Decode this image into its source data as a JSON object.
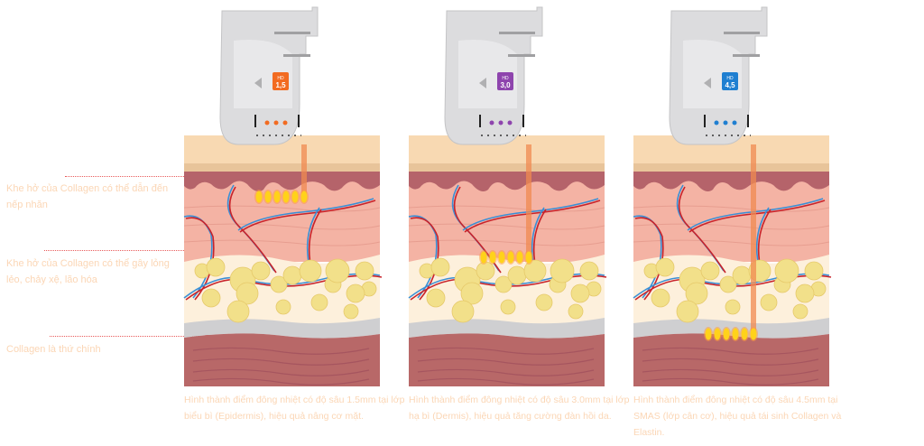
{
  "annotations": [
    {
      "text": "Khe hở của Collagen có thể dẫn đến nếp nhăn"
    },
    {
      "text": "Khe hở của Collagen có thể gây lỏng lẻo, chảy xệ, lão hóa"
    },
    {
      "text": "Collagen là thứ chính"
    }
  ],
  "panels": [
    {
      "cartridge_label": "HD",
      "depth": "1,5",
      "accent": "#f26b21",
      "target_layer": "epidermis",
      "caption": "Hình thành điểm đông nhiệt có độ sâu 1.5mm tại lớp biểu bì (Epidermis), hiệu quả nâng cơ mặt."
    },
    {
      "cartridge_label": "HD",
      "depth": "3,0",
      "accent": "#8e44ad",
      "target_layer": "dermis",
      "caption": "Hình thành điểm đông nhiệt có độ sâu 3.0mm tại lớp hạ bì (Dermis), hiệu quả tăng cường đàn hồi da."
    },
    {
      "cartridge_label": "HD",
      "depth": "4,5",
      "accent": "#1f7fd1",
      "target_layer": "smas",
      "caption": "Hình thành điểm đông nhiệt có độ sâu 4.5mm tại SMAS (lớp cân cơ), hiệu quả tái sinh Collagen và Elastin."
    }
  ],
  "colors": {
    "skin_top": "#f8d9b2",
    "skin_band": "#e8c49a",
    "epidermis": "#b5636a",
    "dermis": "#f4b3a4",
    "fat": "#fdf0dc",
    "fascia": "#cfcfd1",
    "muscle": "#b86868",
    "beam": "#f08a50",
    "focal": "#ffd21a"
  }
}
